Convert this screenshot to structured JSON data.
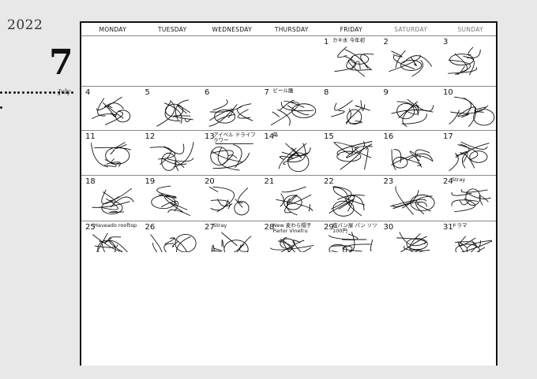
{
  "year": "2022",
  "month_number": "7",
  "month_name": "July",
  "weekdays": [
    "MONDAY",
    "TUESDAY",
    "WEDNESDAY",
    "THURSDAY",
    "FRIDAY",
    "SATURDAY",
    "SUNDAY"
  ],
  "weeks": [
    [
      "",
      "",
      "",
      "",
      "1",
      "2",
      "3"
    ],
    [
      "4",
      "5",
      "6",
      "7",
      "8",
      "9",
      "10"
    ],
    [
      "11",
      "12",
      "13",
      "14",
      "15",
      "16",
      "17"
    ],
    [
      "18",
      "19",
      "20",
      "21",
      "22",
      "23",
      "24"
    ],
    [
      "25",
      "26",
      "27",
      "28",
      "29",
      "30",
      "31"
    ]
  ],
  "cell_notes": {
    "1": "カキ氷 今年初",
    "2": "",
    "3": "",
    "7": "ビール腹",
    "13": "アイベル ドライフラワー",
    "14": "苺",
    "24": "Stray",
    "25": "Haveado rooftop",
    "27": "Stray",
    "28": "New 麦わら帽子 Parlor Vinefru",
    "29": "塩パン屋 パン ソツ 100円",
    "31": "ドラマ"
  },
  "colors": {
    "ink": "#111111",
    "paper": "#ffffff",
    "background": "#e8e8e8",
    "weekend": "#777777"
  }
}
